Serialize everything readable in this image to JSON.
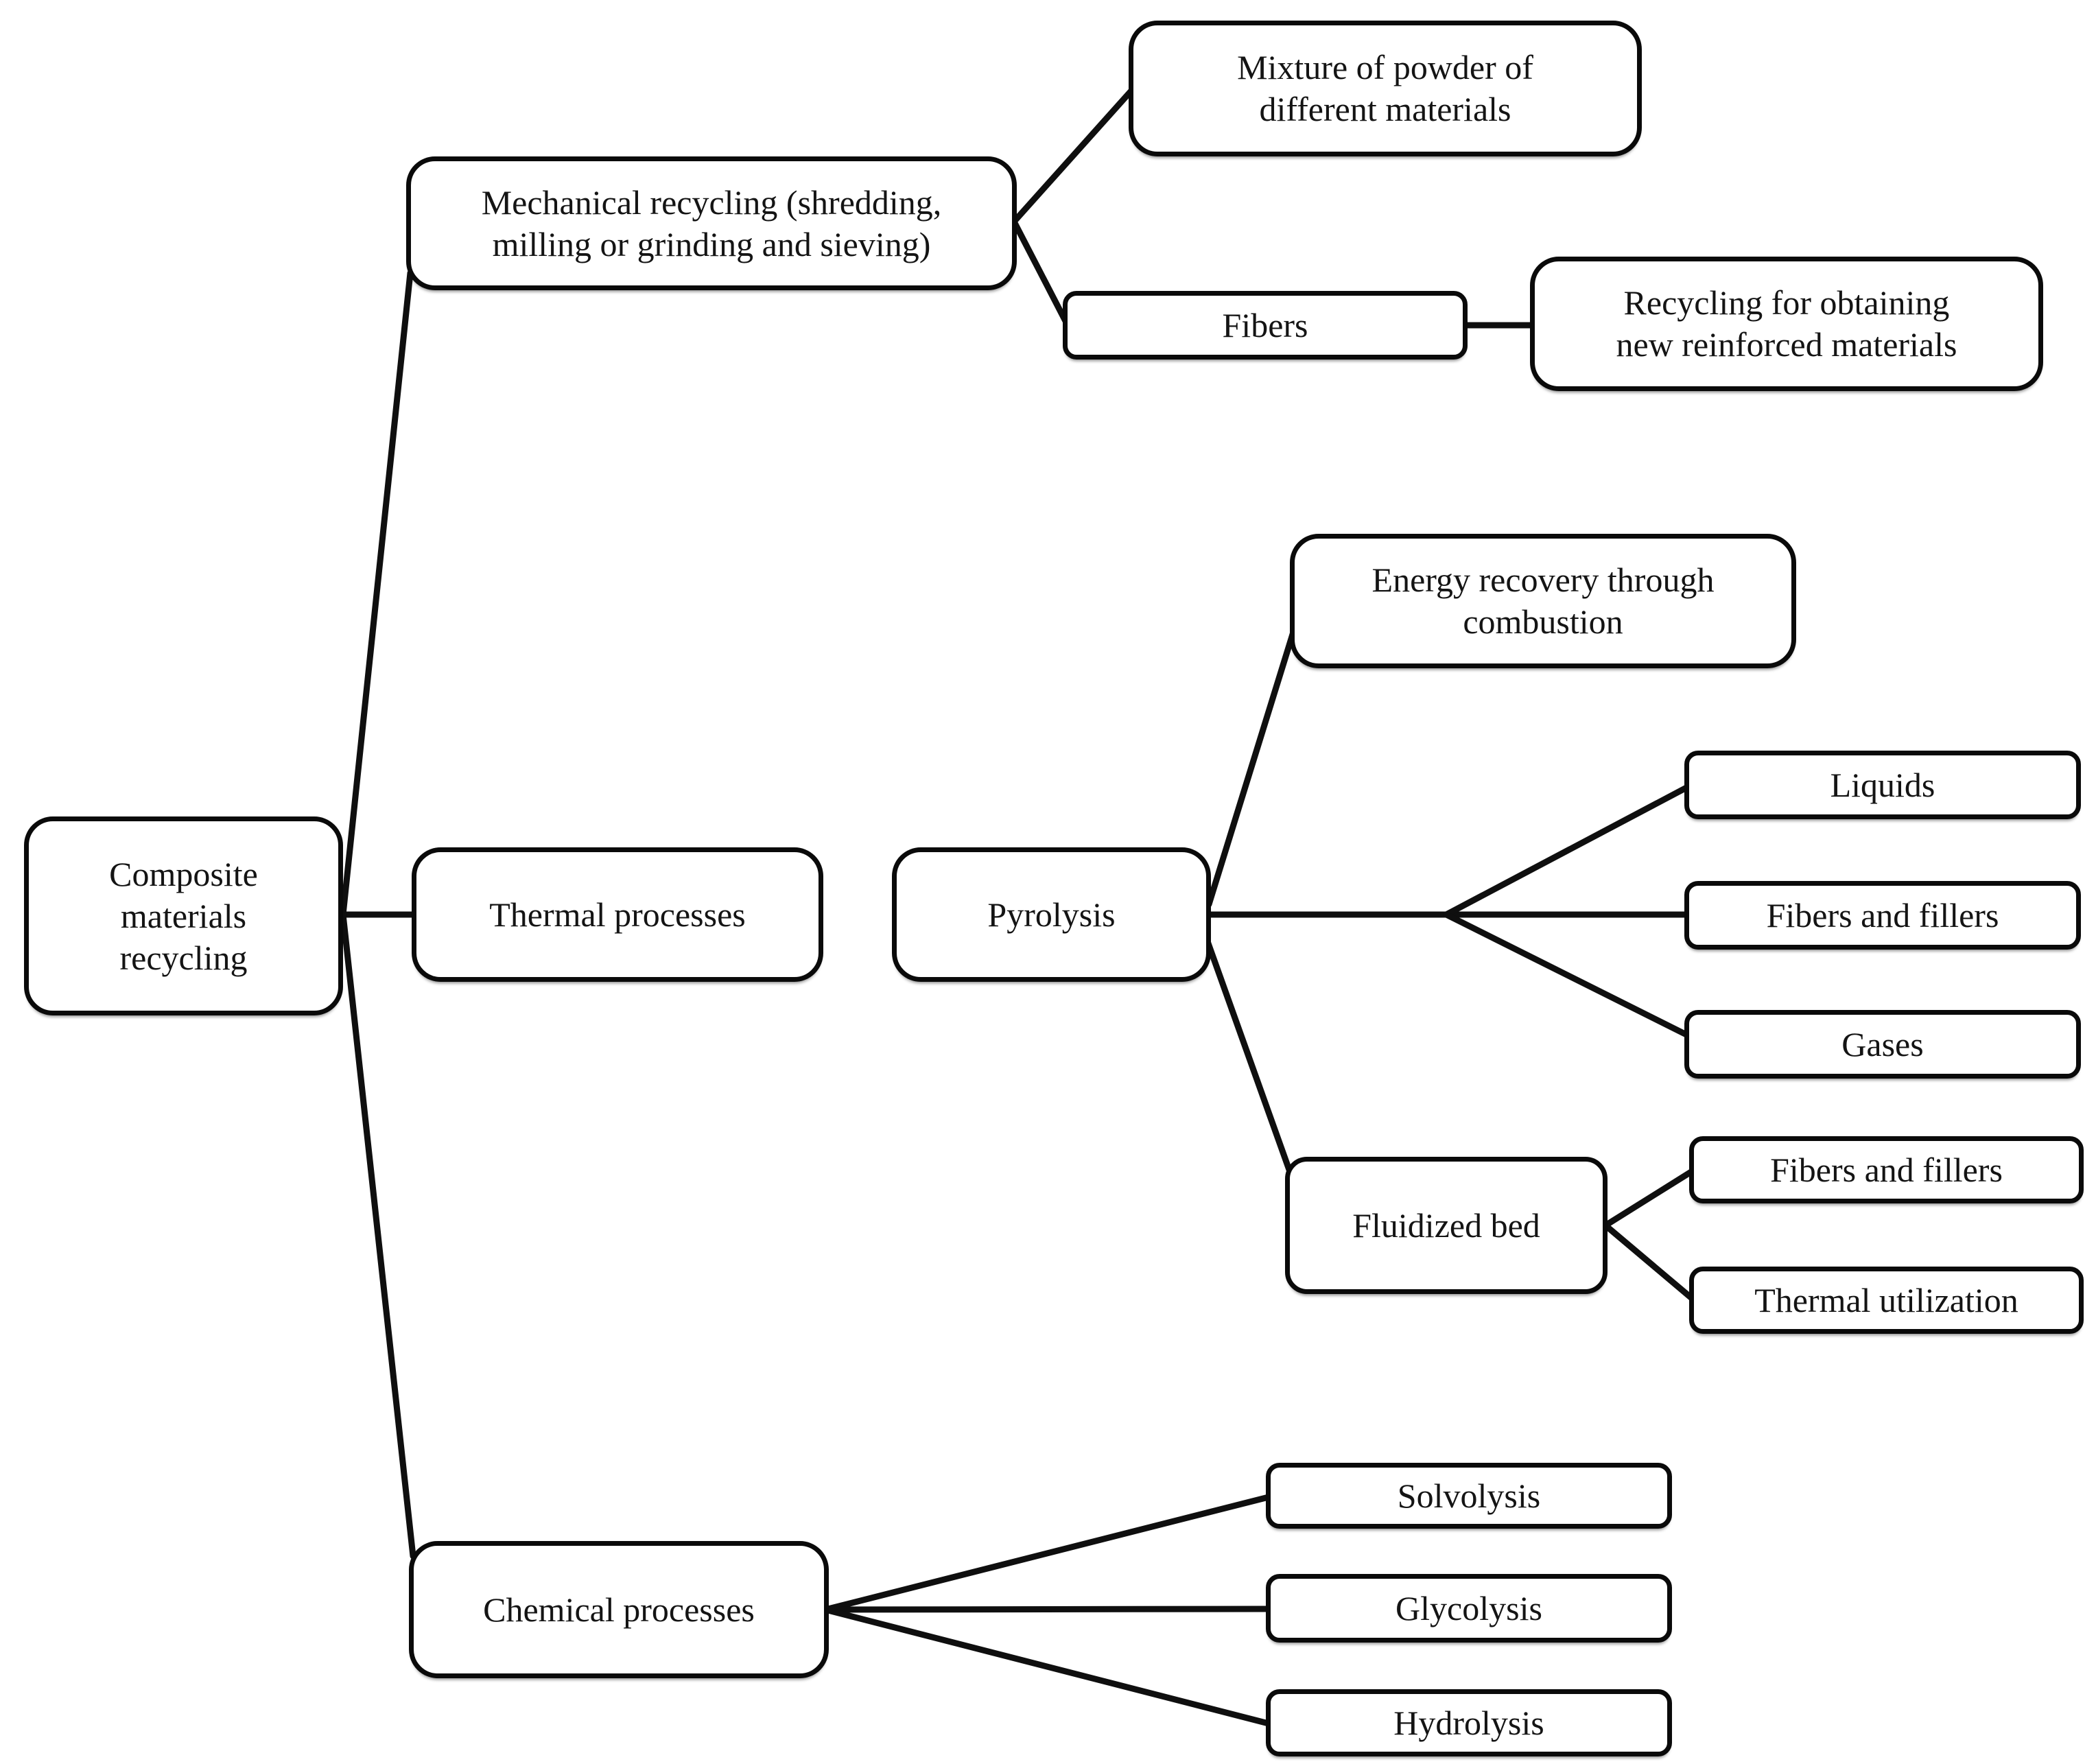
{
  "colors": {
    "background": "#ffffff",
    "box_fill": "#ffffff",
    "box_border": "#0a0a0a",
    "connector": "#0f0f0f",
    "text": "#141414"
  },
  "nodes": {
    "root": {
      "label": "Composite\nmaterials\nrecycling"
    },
    "mechanical": {
      "label": "Mechanical recycling (shredding,\nmilling or grinding and sieving)"
    },
    "mixture": {
      "label": "Mixture of powder of\ndifferent materials"
    },
    "fibers": {
      "label": "Fibers"
    },
    "recycling_new": {
      "label": "Recycling for obtaining\nnew reinforced materials"
    },
    "thermal": {
      "label": "Thermal processes"
    },
    "pyrolysis": {
      "label": "Pyrolysis"
    },
    "energy": {
      "label": "Energy recovery through\ncombustion"
    },
    "liquids": {
      "label": "Liquids"
    },
    "fibers_fillers": {
      "label": "Fibers and fillers"
    },
    "gases": {
      "label": "Gases"
    },
    "fluidized": {
      "label": "Fluidized bed"
    },
    "fibers_fillers2": {
      "label": "Fibers and fillers"
    },
    "thermal_utilization": {
      "label": "Thermal utilization"
    },
    "chemical": {
      "label": "Chemical processes"
    },
    "solvolysis": {
      "label": "Solvolysis"
    },
    "glycolysis": {
      "label": "Glycolysis"
    },
    "hydrolysis": {
      "label": "Hydrolysis"
    }
  }
}
